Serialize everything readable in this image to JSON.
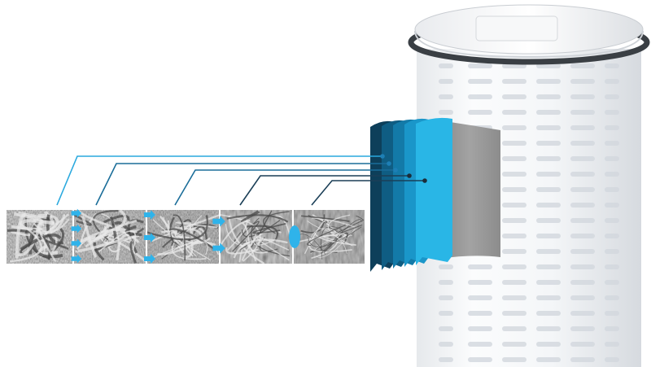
{
  "diagram": {
    "layer_count": 5,
    "colors": {
      "layers": [
        "#0d3f5a",
        "#0f5d83",
        "#137aa8",
        "#1a96c9",
        "#29b6e6"
      ],
      "leader_lines": [
        "#2aa9de",
        "#1a6d99",
        "#1a6d99",
        "#1b3f57",
        "#1b3f57"
      ],
      "flow_arrows": "#2fb3ea",
      "cutaway_core": "#9a9a9a",
      "cartridge": "#f2f4f6",
      "seal_ring": "#3a3f44"
    },
    "icons": {
      "layers": "filter-media-layers",
      "cartridge": "pleated-filter-cartridge",
      "micrograph": "fiber-micrograph-strip",
      "arrows": "flow-arrow-icon"
    }
  }
}
